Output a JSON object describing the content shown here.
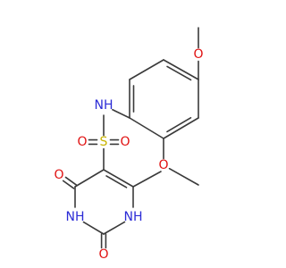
{
  "structure": {
    "colors": {
      "C": "#3a3a3a",
      "N": "#2b2bd6",
      "O": "#e01010",
      "S": "#c8b400"
    },
    "atoms": [
      {
        "id": "ph1",
        "element": "C",
        "label": ""
      },
      {
        "id": "ph2",
        "element": "C",
        "label": ""
      },
      {
        "id": "ph3",
        "element": "C",
        "label": ""
      },
      {
        "id": "ph4",
        "element": "C",
        "label": ""
      },
      {
        "id": "ph5",
        "element": "C",
        "label": ""
      },
      {
        "id": "ph6",
        "element": "C",
        "label": ""
      },
      {
        "id": "o_para",
        "element": "O",
        "label": "O"
      },
      {
        "id": "me_para",
        "element": "C",
        "label": ""
      },
      {
        "id": "o_ortho",
        "element": "O",
        "label": "O"
      },
      {
        "id": "me_ortho",
        "element": "C",
        "label": ""
      },
      {
        "id": "n_amide",
        "element": "N",
        "label": "NH"
      },
      {
        "id": "s",
        "element": "S",
        "label": "S"
      },
      {
        "id": "o_s_left",
        "element": "O",
        "label": "O"
      },
      {
        "id": "o_s_right",
        "element": "O",
        "label": "O"
      },
      {
        "id": "c5",
        "element": "C",
        "label": ""
      },
      {
        "id": "c4",
        "element": "C",
        "label": ""
      },
      {
        "id": "o4",
        "element": "O",
        "label": "O"
      },
      {
        "id": "n3",
        "element": "N",
        "label": "NH"
      },
      {
        "id": "c2",
        "element": "C",
        "label": ""
      },
      {
        "id": "o2",
        "element": "O",
        "label": "O"
      },
      {
        "id": "n1",
        "element": "N",
        "label": "NH"
      },
      {
        "id": "c6",
        "element": "C",
        "label": ""
      },
      {
        "id": "me6",
        "element": "C",
        "label": ""
      }
    ],
    "bonds": [
      {
        "from": "ph1",
        "to": "ph2",
        "order": 1
      },
      {
        "from": "ph2",
        "to": "ph3",
        "order": 2
      },
      {
        "from": "ph3",
        "to": "ph4",
        "order": 1
      },
      {
        "from": "ph4",
        "to": "ph5",
        "order": 2
      },
      {
        "from": "ph5",
        "to": "ph6",
        "order": 1
      },
      {
        "from": "ph6",
        "to": "ph1",
        "order": 2
      },
      {
        "from": "ph3",
        "to": "o_para",
        "order": 1
      },
      {
        "from": "o_para",
        "to": "me_para",
        "order": 1
      },
      {
        "from": "ph5",
        "to": "o_ortho",
        "order": 1
      },
      {
        "from": "o_ortho",
        "to": "me_ortho",
        "order": 1
      },
      {
        "from": "ph6",
        "to": "n_amide",
        "order": 1
      },
      {
        "from": "n_amide",
        "to": "s",
        "order": 1
      },
      {
        "from": "s",
        "to": "o_s_left",
        "order": 2
      },
      {
        "from": "s",
        "to": "o_s_right",
        "order": 2
      },
      {
        "from": "s",
        "to": "c5",
        "order": 1
      },
      {
        "from": "c5",
        "to": "c4",
        "order": 1
      },
      {
        "from": "c4",
        "to": "o4",
        "order": 2
      },
      {
        "from": "c4",
        "to": "n3",
        "order": 1
      },
      {
        "from": "n3",
        "to": "c2",
        "order": 1
      },
      {
        "from": "c2",
        "to": "o2",
        "order": 2
      },
      {
        "from": "c2",
        "to": "n1",
        "order": 1
      },
      {
        "from": "n1",
        "to": "c6",
        "order": 1
      },
      {
        "from": "c6",
        "to": "c5",
        "order": 2
      },
      {
        "from": "c6",
        "to": "me6",
        "order": 1
      }
    ]
  }
}
